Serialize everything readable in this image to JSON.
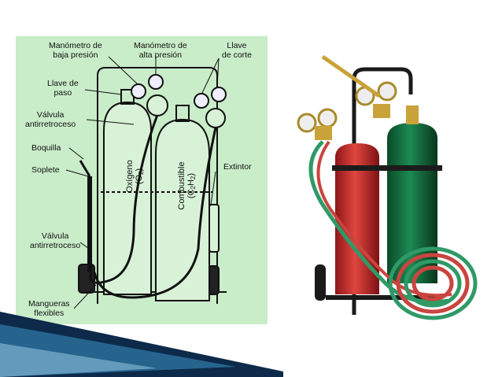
{
  "colors": {
    "panel_bg": "#c9ecc9",
    "line": "#111111",
    "red_cylinder": "#c8262b",
    "green_cylinder": "#14703f",
    "hose_green": "#2f9a66",
    "hose_red": "#c9453f",
    "brass": "#c9a23a",
    "accent_dark": "#0d2a4a",
    "accent_light": "#2c6f99"
  },
  "diagram": {
    "labels": {
      "manometro_baja": [
        "Manómetro de",
        "baja presión"
      ],
      "manometro_alta": [
        "Manómetro de",
        "alta presión"
      ],
      "llave_corte": [
        "Llave",
        "de corte"
      ],
      "llave_paso": [
        "Llave de",
        "paso"
      ],
      "valvula_top": [
        "Válvula",
        "antirretroceso"
      ],
      "boquilla": "Boquilla",
      "soplete": "Soplete",
      "extintor": "Extintor",
      "valvula_bottom": [
        "Válvula",
        "antirretroceso"
      ],
      "mangueras": [
        "Mangueras",
        "flexibles"
      ]
    },
    "cylinder_left": {
      "name": "Oxígeno",
      "formula_main": "(O",
      "formula_sub": "2",
      "formula_end": ")"
    },
    "cylinder_right": {
      "name": "Combustible",
      "formula_main": "(C",
      "formula_sub1": "2",
      "formula_mid": "H",
      "formula_sub2": "2",
      "formula_end": ")"
    }
  }
}
